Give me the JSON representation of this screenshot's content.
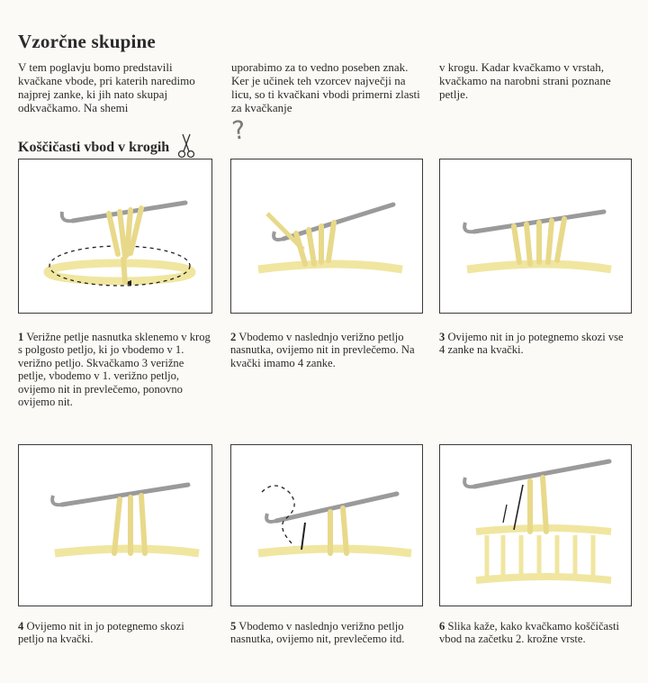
{
  "title": "Vzorčne skupine",
  "intro": {
    "col1": "V tem poglavju bomo predstavili kvačkane vbode, pri katerih naredimo najprej zanke, ki jih nato skupaj odkvačkamo. Na shemi",
    "col2": "uporabimo za to vedno poseben znak. Ker je učinek teh vzorcev največji na licu, so ti kvačkani vbodi primerni zlasti za kvačkanje",
    "col3": "v krogu. Kadar kvačkamo v vrstah, kvačkamo na narobni strani poznane petlje."
  },
  "subtitle": "Koščičasti vbod v krogih",
  "handwritten_mark": "?",
  "steps": [
    {
      "num": "1",
      "text": "Verižne petlje nasnutka sklenemo v krog s polgosto petljo, ki jo vbodemo v 1. verižno petljo. Skvačkamo 3 verižne petlje, vbodemo v 1. verižno petljo, ovijemo nit in prevlečemo, ponovno ovijemo nit."
    },
    {
      "num": "2",
      "text": "Vbodemo v naslednjo verižno petljo nasnutka, ovijemo nit in prevlečemo. Na kvački imamo 4 zanke."
    },
    {
      "num": "3",
      "text": "Ovijemo nit in jo potegnemo skozi vse 4 zanke na kvački."
    },
    {
      "num": "4",
      "text": "Ovijemo nit in jo potegnemo skozi petljo na kvački."
    },
    {
      "num": "5",
      "text": "Vbodemo v naslednjo verižno petljo nasnutka, ovijemo nit, prevlečemo itd."
    },
    {
      "num": "6",
      "text": "Slika kaže, kako kvačkamo koščičasti vbod na začetku 2. krožne vrste."
    }
  ],
  "colors": {
    "yarn": "#f0e6a0",
    "yarn_dark": "#c9b85a",
    "hook": "#9a9a9a",
    "border": "#3a3a3a"
  },
  "icons": {
    "subtitle_icon": "scissors-icon"
  }
}
